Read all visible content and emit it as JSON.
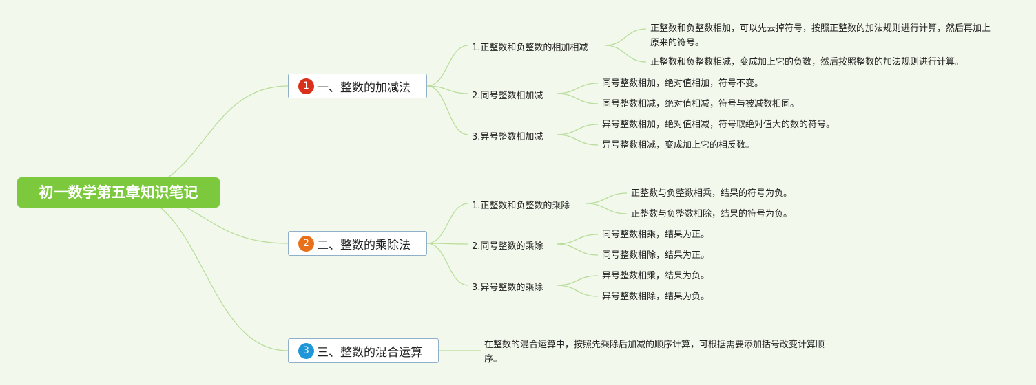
{
  "root": {
    "title": "初一数学第五章知识笔记",
    "color": "#7cc93e"
  },
  "sections": [
    {
      "number": "1",
      "title": "一、整数的加减法",
      "badge_color": "#d9301c",
      "subtopics": [
        {
          "title": "1.正整数和负整数的相加相减",
          "points": [
            "正整数和负整数相加，可以先去掉符号，按照正整数的加法规则进行计算，然后再加上原来的符号。",
            "正整数和负整数相减，变成加上它的负数，然后按照整数的加法规则进行计算。"
          ]
        },
        {
          "title": "2.同号整数相加减",
          "points": [
            "同号整数相加，绝对值相加，符号不变。",
            "同号整数相减，绝对值相减，符号与被减数相同。"
          ]
        },
        {
          "title": "3.异号整数相加减",
          "points": [
            "异号整数相加，绝对值相减，符号取绝对值大的数的符号。",
            "异号整数相减，变成加上它的相反数。"
          ]
        }
      ]
    },
    {
      "number": "2",
      "title": "二、整数的乘除法",
      "badge_color": "#e8701a",
      "subtopics": [
        {
          "title": "1.正整数和负整数的乘除",
          "points": [
            "正整数与负整数相乘，结果的符号为负。",
            "正整数与负整数相除，结果的符号为负。"
          ]
        },
        {
          "title": "2.同号整数的乘除",
          "points": [
            "同号整数相乘，结果为正。",
            "同号整数相除，结果为正。"
          ]
        },
        {
          "title": "3.异号整数的乘除",
          "points": [
            "异号整数相乘，结果为负。",
            "异号整数相除，结果为负。"
          ]
        }
      ]
    },
    {
      "number": "3",
      "title": "三、整数的混合运算",
      "badge_color": "#1f96d8",
      "note": "在整数的混合运算中，按照先乘除后加减的顺序计算，可根据需要添加括号改变计算顺序。"
    }
  ],
  "link_color": "#b8dd9a"
}
